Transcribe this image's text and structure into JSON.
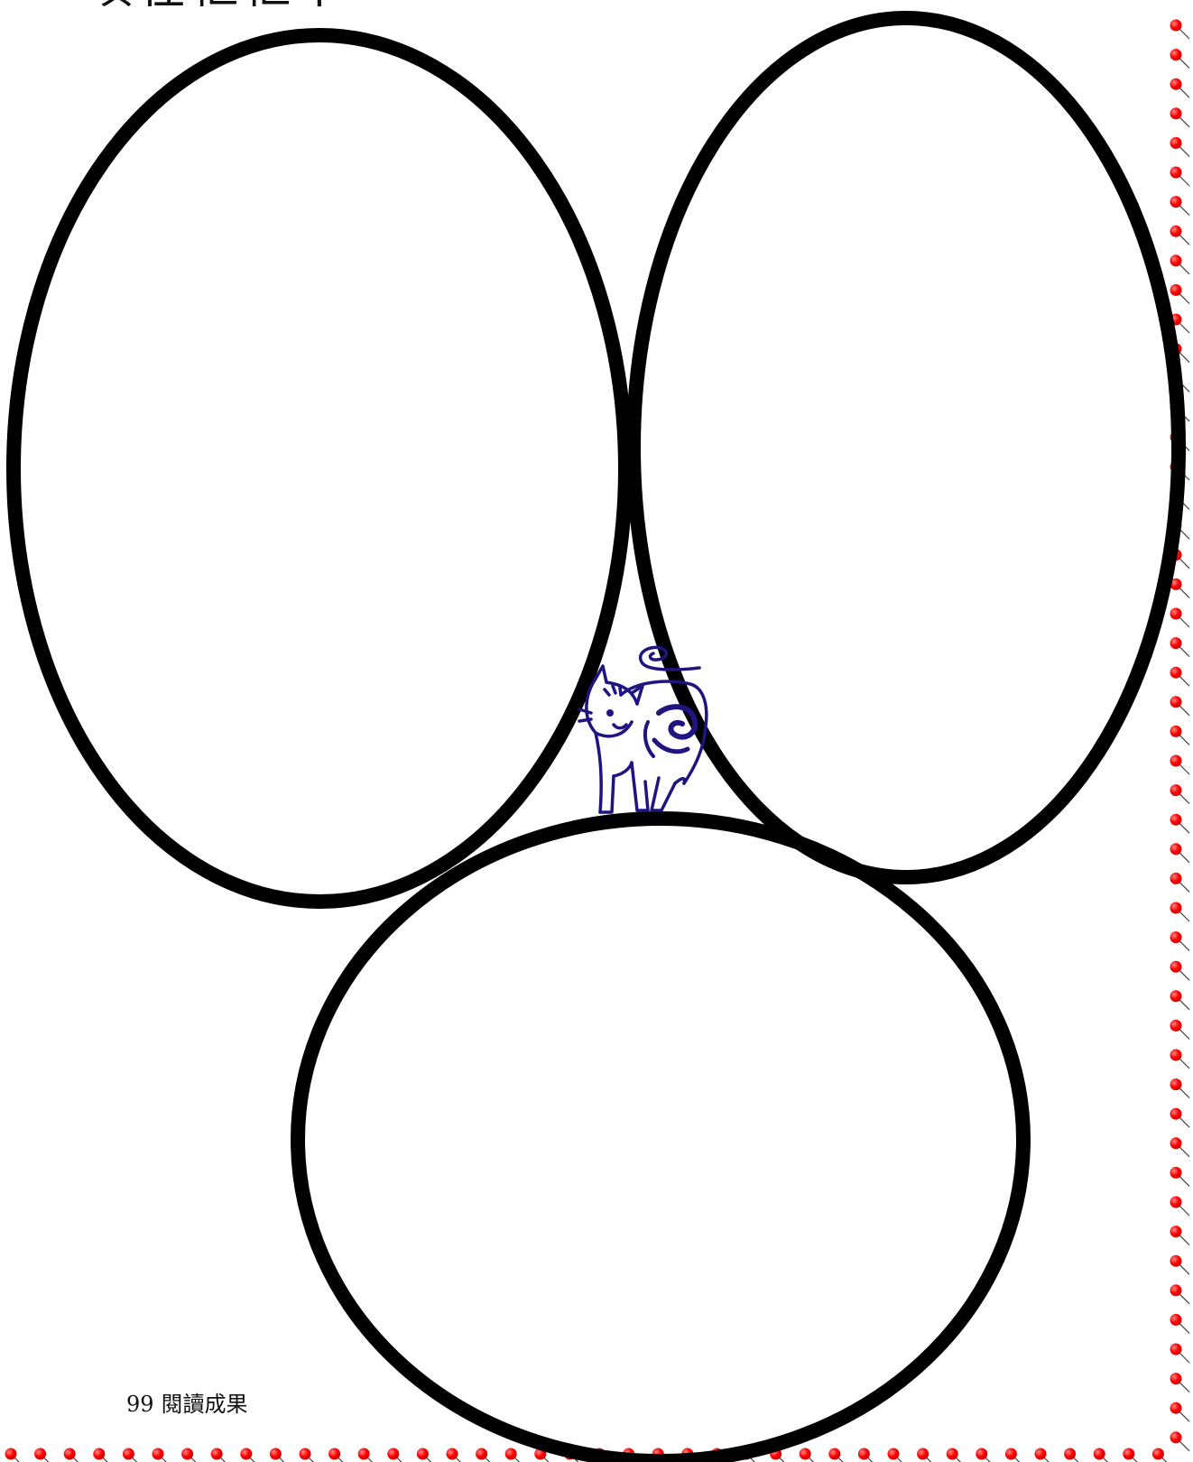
{
  "heading": {
    "text": "填在框框中"
  },
  "footer": {
    "number": "99",
    "text": "閱讀成果"
  },
  "colors": {
    "outline": "#000000",
    "border_dot": "#ff0000",
    "cat_ink": "#1f1480"
  },
  "icons": {
    "mascot": "cat-illustration",
    "border": "red-pin-dot-border"
  }
}
